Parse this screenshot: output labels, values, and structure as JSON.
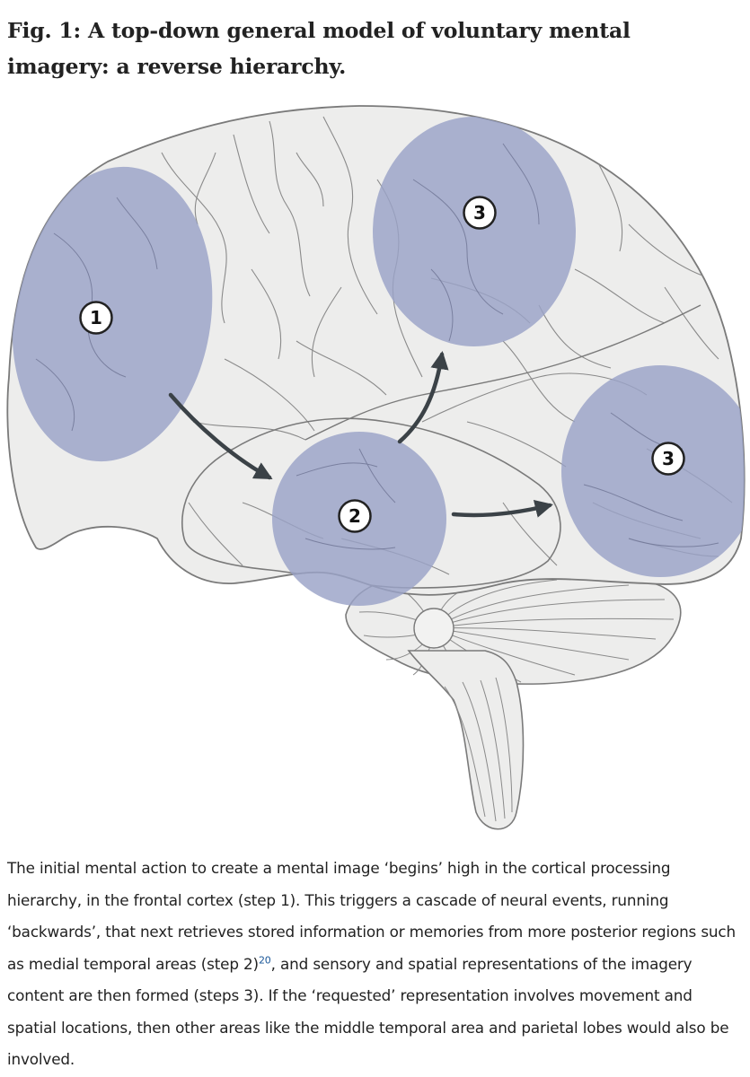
{
  "figure": {
    "title": "Fig. 1: A top-down general model of voluntary mental imagery: a reverse hierarchy.",
    "markers": {
      "step1": "1",
      "step2": "2",
      "step3_top": "3",
      "step3_back": "3"
    },
    "colors": {
      "brain_fill": "#ededec",
      "brain_outline": "#7a7a7a",
      "region_fill": "#9aa2c7",
      "arrow": "#3b4247"
    }
  },
  "caption": {
    "part1": "The initial mental action to create a mental image ‘begins’ high in the cortical processing hierarchy, in the frontal cortex (step 1). This triggers a cascade of neural events, running ‘backwards’, that next retrieves stored information or memories from more posterior regions such as medial temporal areas (step 2)",
    "ref": "20",
    "part2": ", and sensory and spatial representations of the imagery content are then formed (steps 3). If the ‘requested’ representation involves movement and spatial locations, then other areas like the middle temporal area and parietal lobes would also be involved."
  }
}
